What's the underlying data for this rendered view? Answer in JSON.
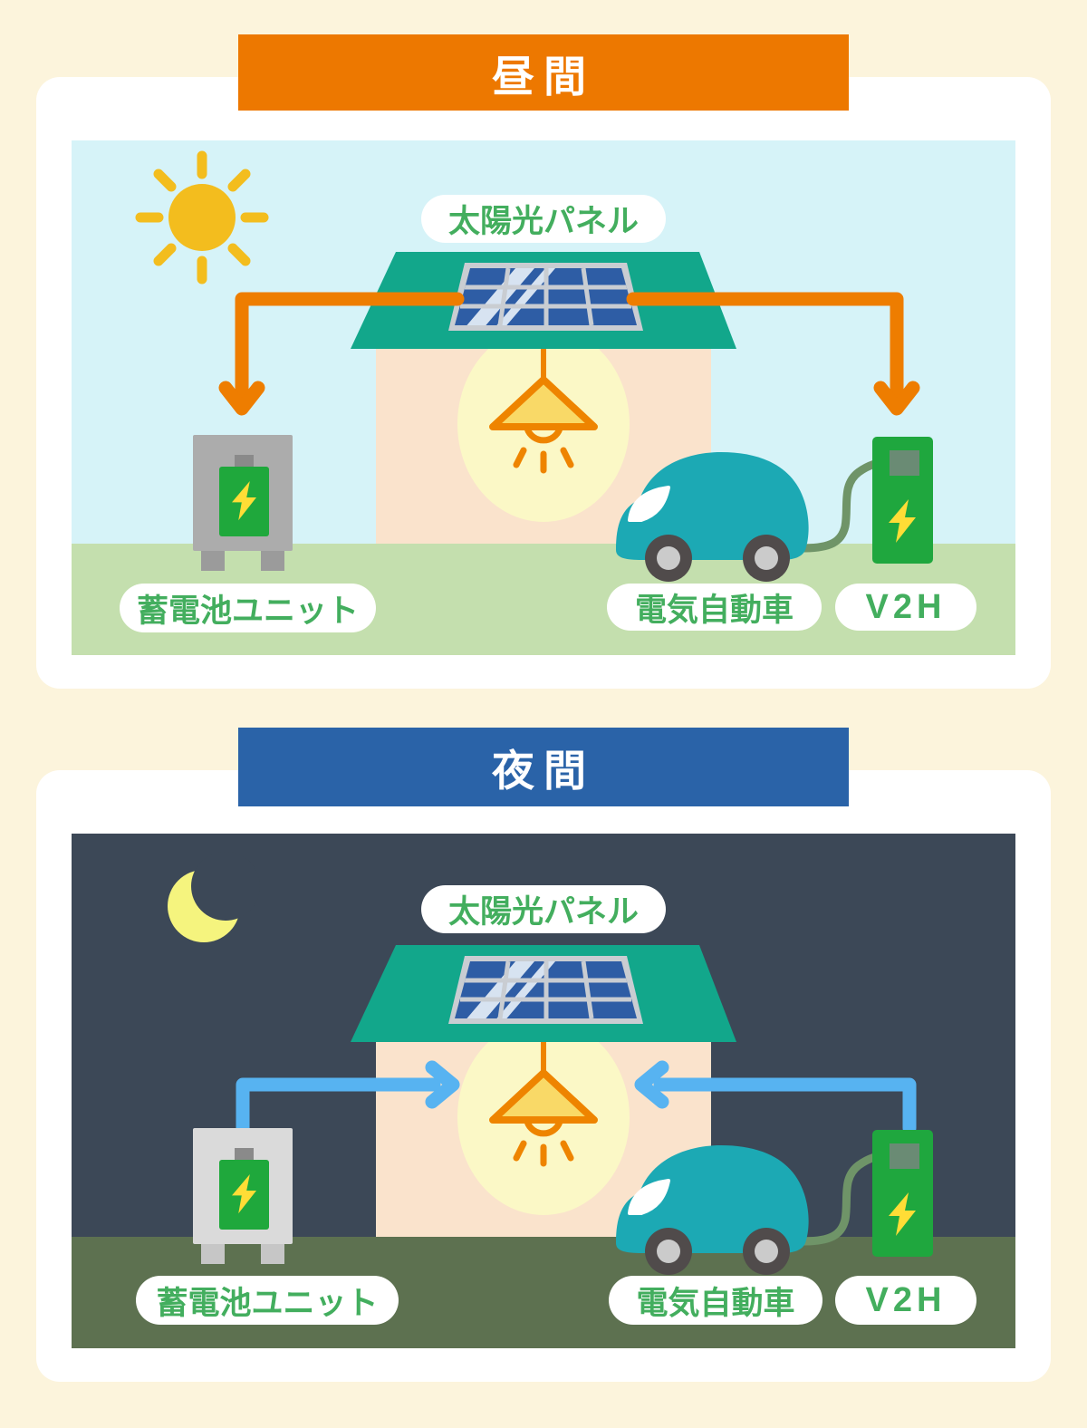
{
  "page": {
    "background_color": "#FCF4DC",
    "card_background": "#FFFFFF"
  },
  "day": {
    "header": "昼間",
    "header_color": "#ED7800",
    "sky_color": "#D6F3F8",
    "ground_color": "#C4DFAE",
    "arrow_color": "#EE7D00",
    "labels": {
      "solar_panel": "太陽光パネル",
      "battery_unit": "蓄電池ユニット",
      "ev": "電気自動車",
      "v2h": "V2H"
    },
    "icons": [
      "sun-icon",
      "pendant-lamp-icon",
      "lightning-bolt-icon",
      "down-arrow-icon"
    ]
  },
  "night": {
    "header": "夜間",
    "header_color": "#2A63A8",
    "sky_color": "#3C4857",
    "ground_color": "#5D7150",
    "arrow_color": "#57B3F1",
    "labels": {
      "solar_panel": "太陽光パネル",
      "battery_unit": "蓄電池ユニット",
      "ev": "電気自動車",
      "v2h": "V2H"
    },
    "icons": [
      "crescent-moon-icon",
      "pendant-lamp-icon",
      "lightning-bolt-icon",
      "into-house-arrow-icon"
    ]
  },
  "shared_colors": {
    "label_text_green": "#43AE5E",
    "roof_teal": "#12A78B",
    "wall_peach": "#FAE3CC",
    "glow_yellow": "#FBF8C6",
    "panel_cell_blue": "#2E5DA5",
    "panel_frame_gray": "#C9CDD2",
    "battery_green": "#1FA83C",
    "v2h_green": "#1FA73E",
    "car_teal": "#1CA9B4",
    "bolt_yellow": "#FFDD36",
    "sun_yellow": "#F3BD1E",
    "moon_yellow": "#F5F47E",
    "cable_green": "#6F9468"
  }
}
